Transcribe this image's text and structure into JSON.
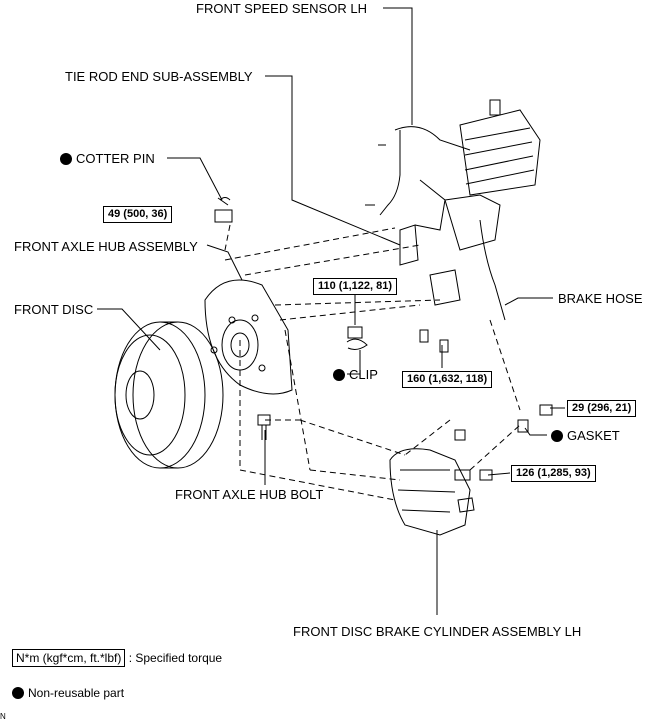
{
  "labels": {
    "front_speed_sensor": "FRONT SPEED SENSOR LH",
    "tie_rod_end": "TIE ROD END SUB-ASSEMBLY",
    "cotter_pin": "COTTER PIN",
    "front_axle_hub": "FRONT AXLE HUB ASSEMBLY",
    "front_disc": "FRONT DISC",
    "clip": "CLIP",
    "brake_hose": "BRAKE HOSE",
    "gasket": "GASKET",
    "front_axle_hub_bolt": "FRONT AXLE HUB BOLT",
    "brake_cylinder": "FRONT DISC BRAKE CYLINDER ASSEMBLY LH"
  },
  "torques": {
    "t49": "49 (500, 36)",
    "t110": "110 (1,122, 81)",
    "t160": "160 (1,632, 118)",
    "t29": "29 (296, 21)",
    "t126": "126 (1,285, 93)"
  },
  "legend": {
    "torque_box": "N*m (kgf*cm, ft.*lbf)",
    "torque_text": ": Specified torque",
    "nonreusable": "Non-reusable part"
  },
  "corner_mark": "N",
  "colors": {
    "ink": "#000000",
    "paper": "#ffffff"
  }
}
